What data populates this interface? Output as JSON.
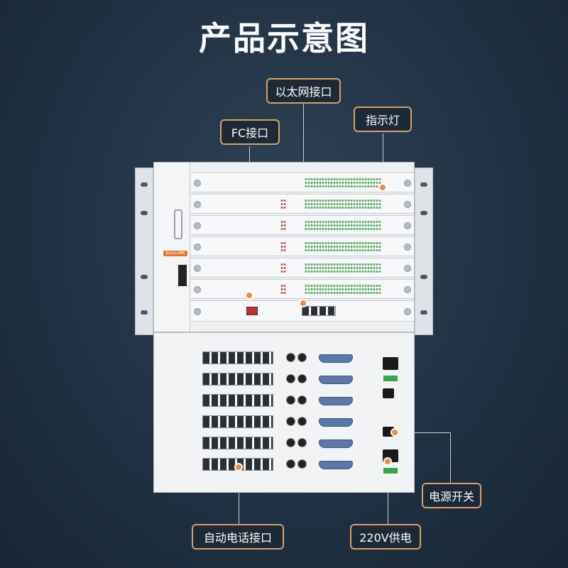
{
  "title": "产品示意图",
  "callouts": {
    "ethernet": "以太网接口",
    "fc": "FC接口",
    "indicator": "指示灯",
    "power_switch": "电源开关",
    "phone": "自动电话接口",
    "power_supply": "220V供电"
  },
  "colors": {
    "background": "#1f3042",
    "accent": "#f08a3c",
    "callout_border": "#d9a066"
  },
  "device": {
    "brand_logo": "bravLINK"
  }
}
